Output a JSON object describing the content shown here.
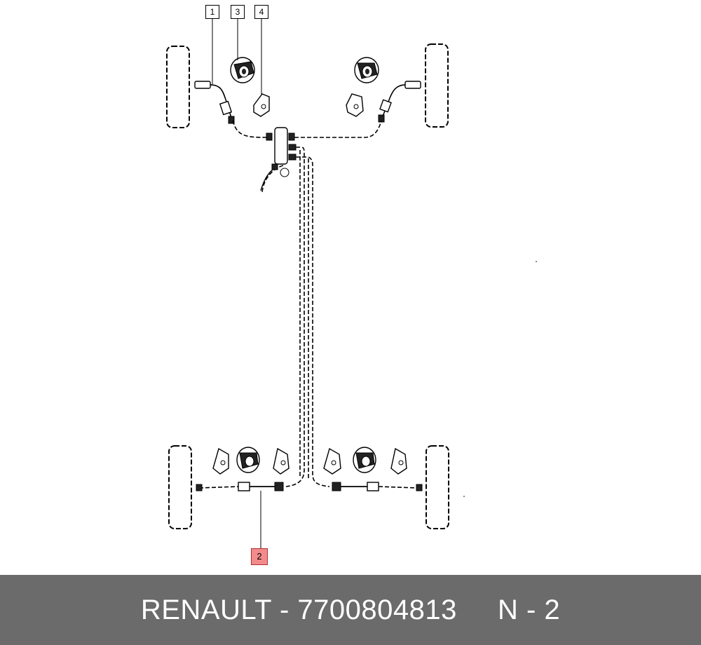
{
  "callouts": [
    {
      "label": "1"
    },
    {
      "label": "3"
    },
    {
      "label": "4"
    },
    {
      "label": "2"
    }
  ],
  "footer": {
    "text": "RENAULT - 7700804813     N - 2"
  }
}
